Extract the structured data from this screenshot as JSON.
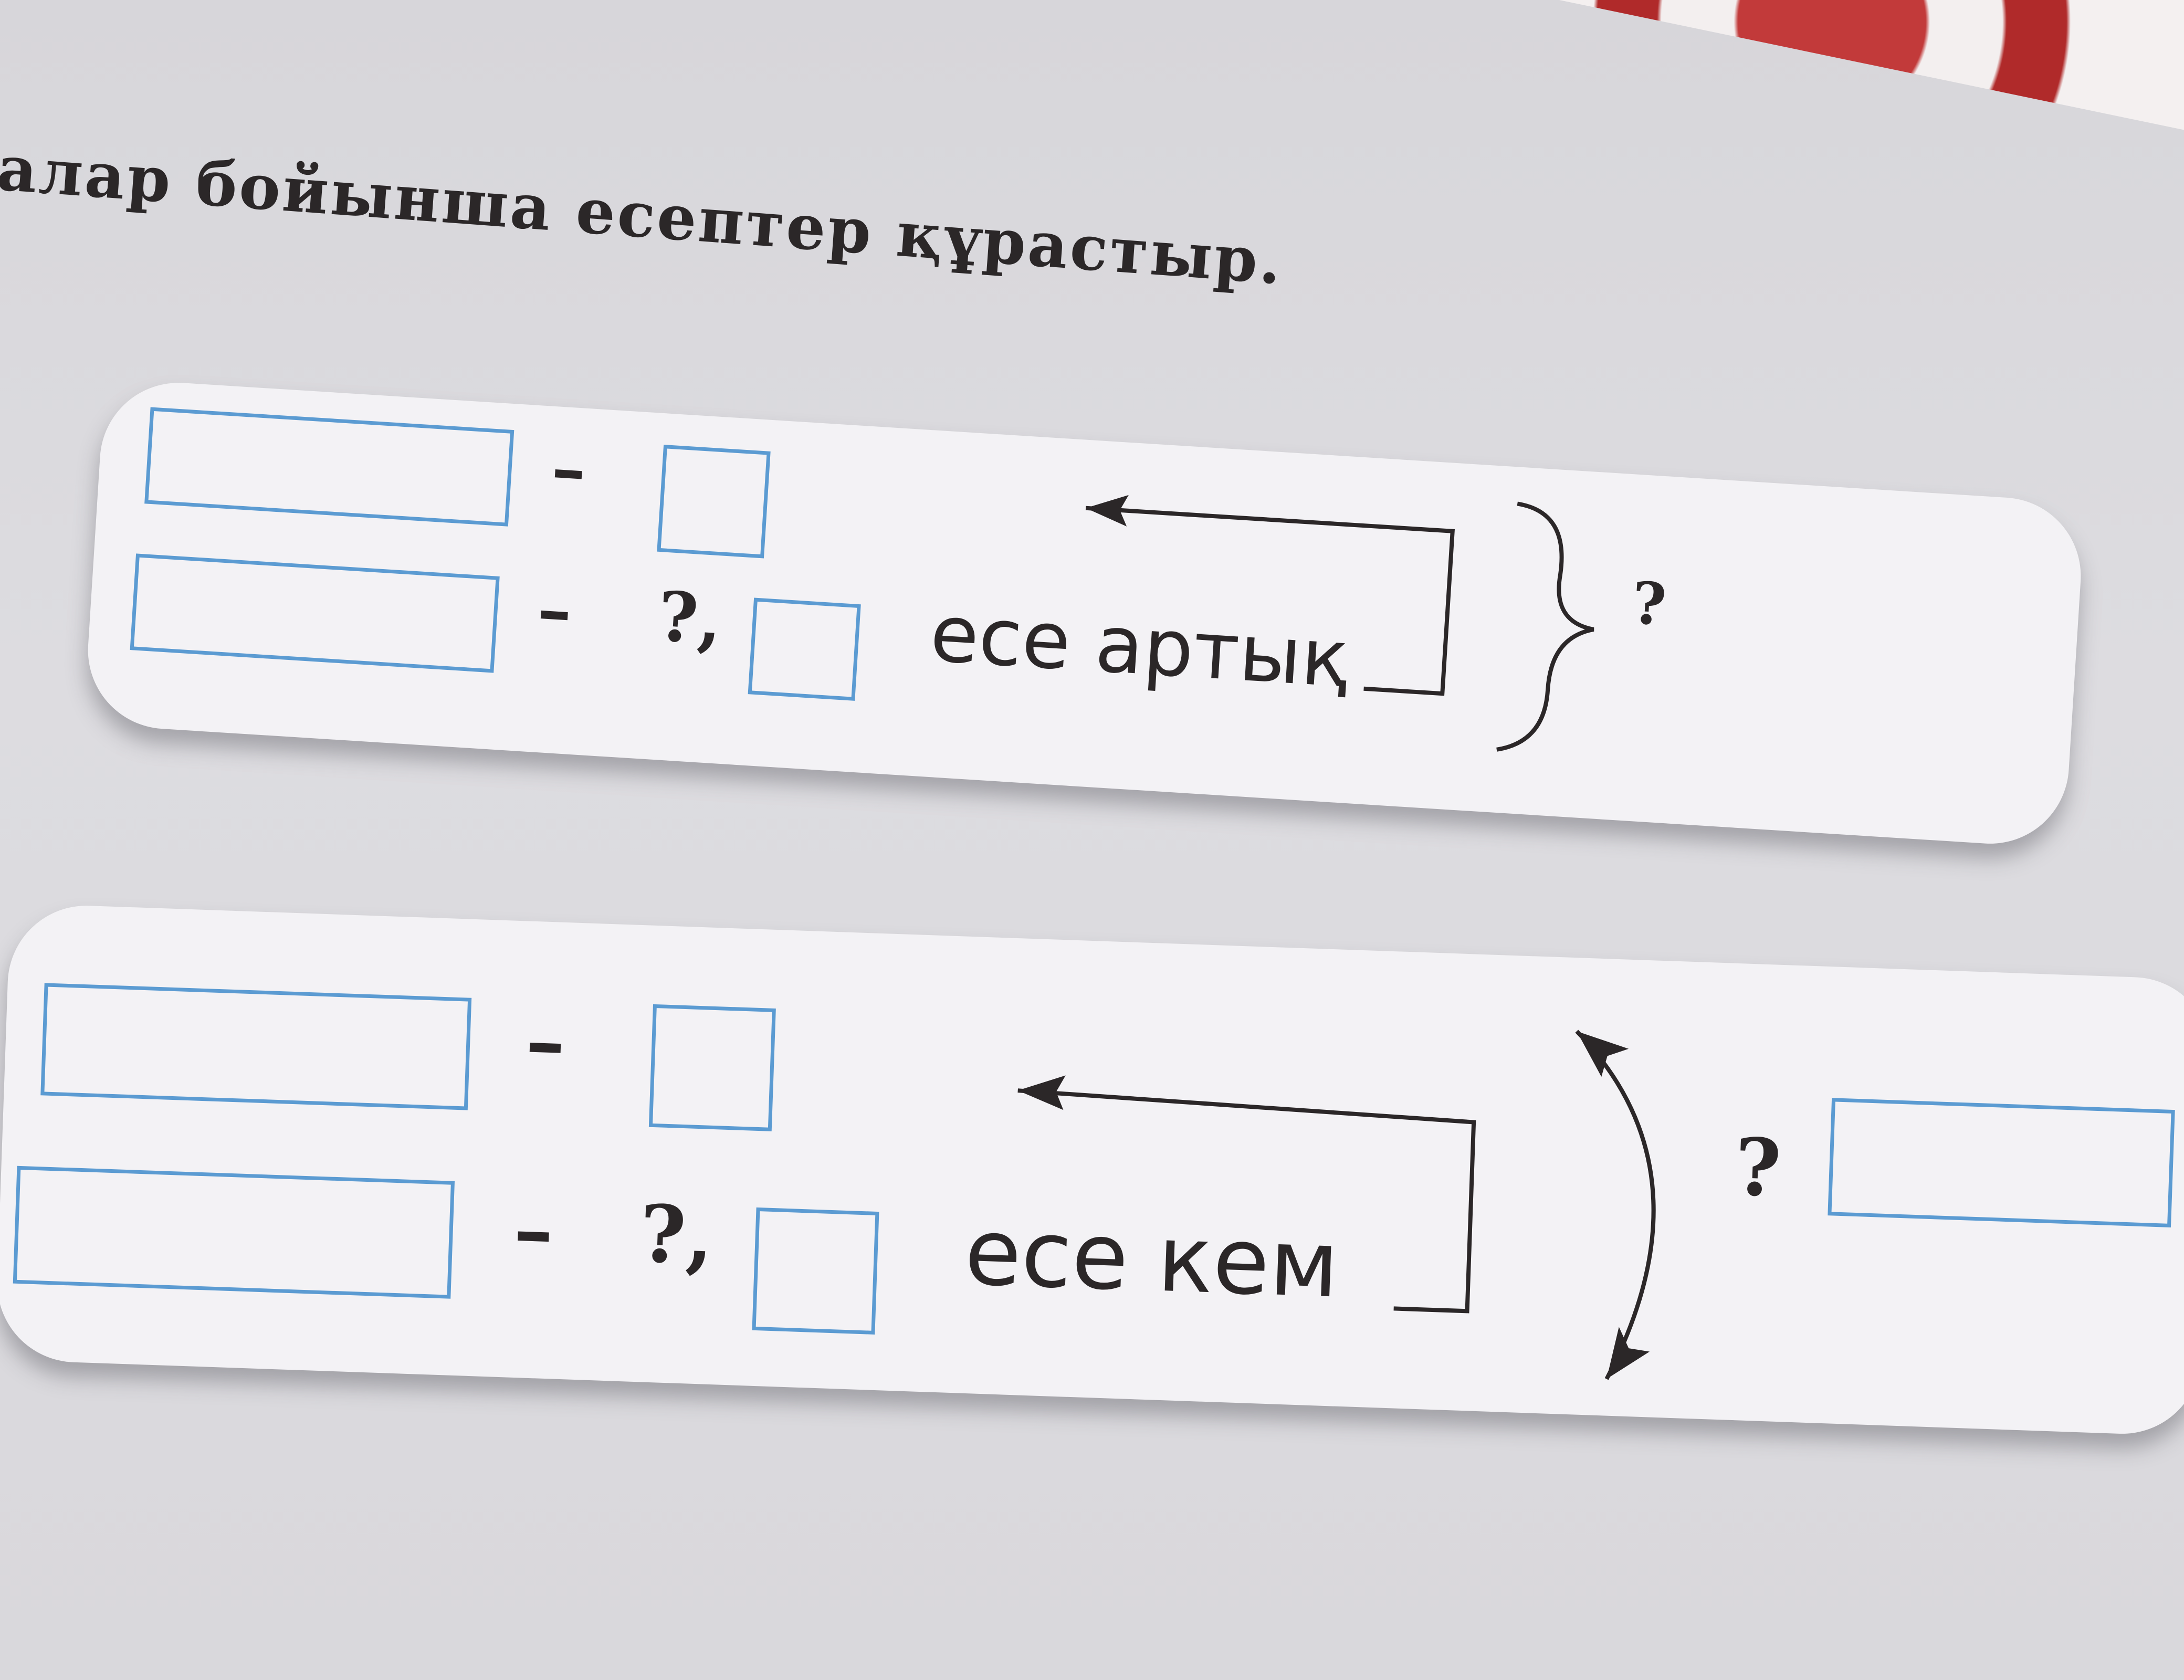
{
  "instruction": "алар бойынша есептер құрастыр.",
  "panel1": {
    "dash1": "–",
    "dash2": "–",
    "question_comma": "?,",
    "relation": "есе артық",
    "result_question": "?"
  },
  "panel2": {
    "dash1": "–",
    "dash2": "–",
    "question_comma": "?,",
    "relation": "есе кем",
    "result_question": "?"
  },
  "colors": {
    "box_border": "#5b9bd2",
    "ink": "#2b2728",
    "panel_fill": "#f3f2f5",
    "paper": "#dcdbdf"
  }
}
